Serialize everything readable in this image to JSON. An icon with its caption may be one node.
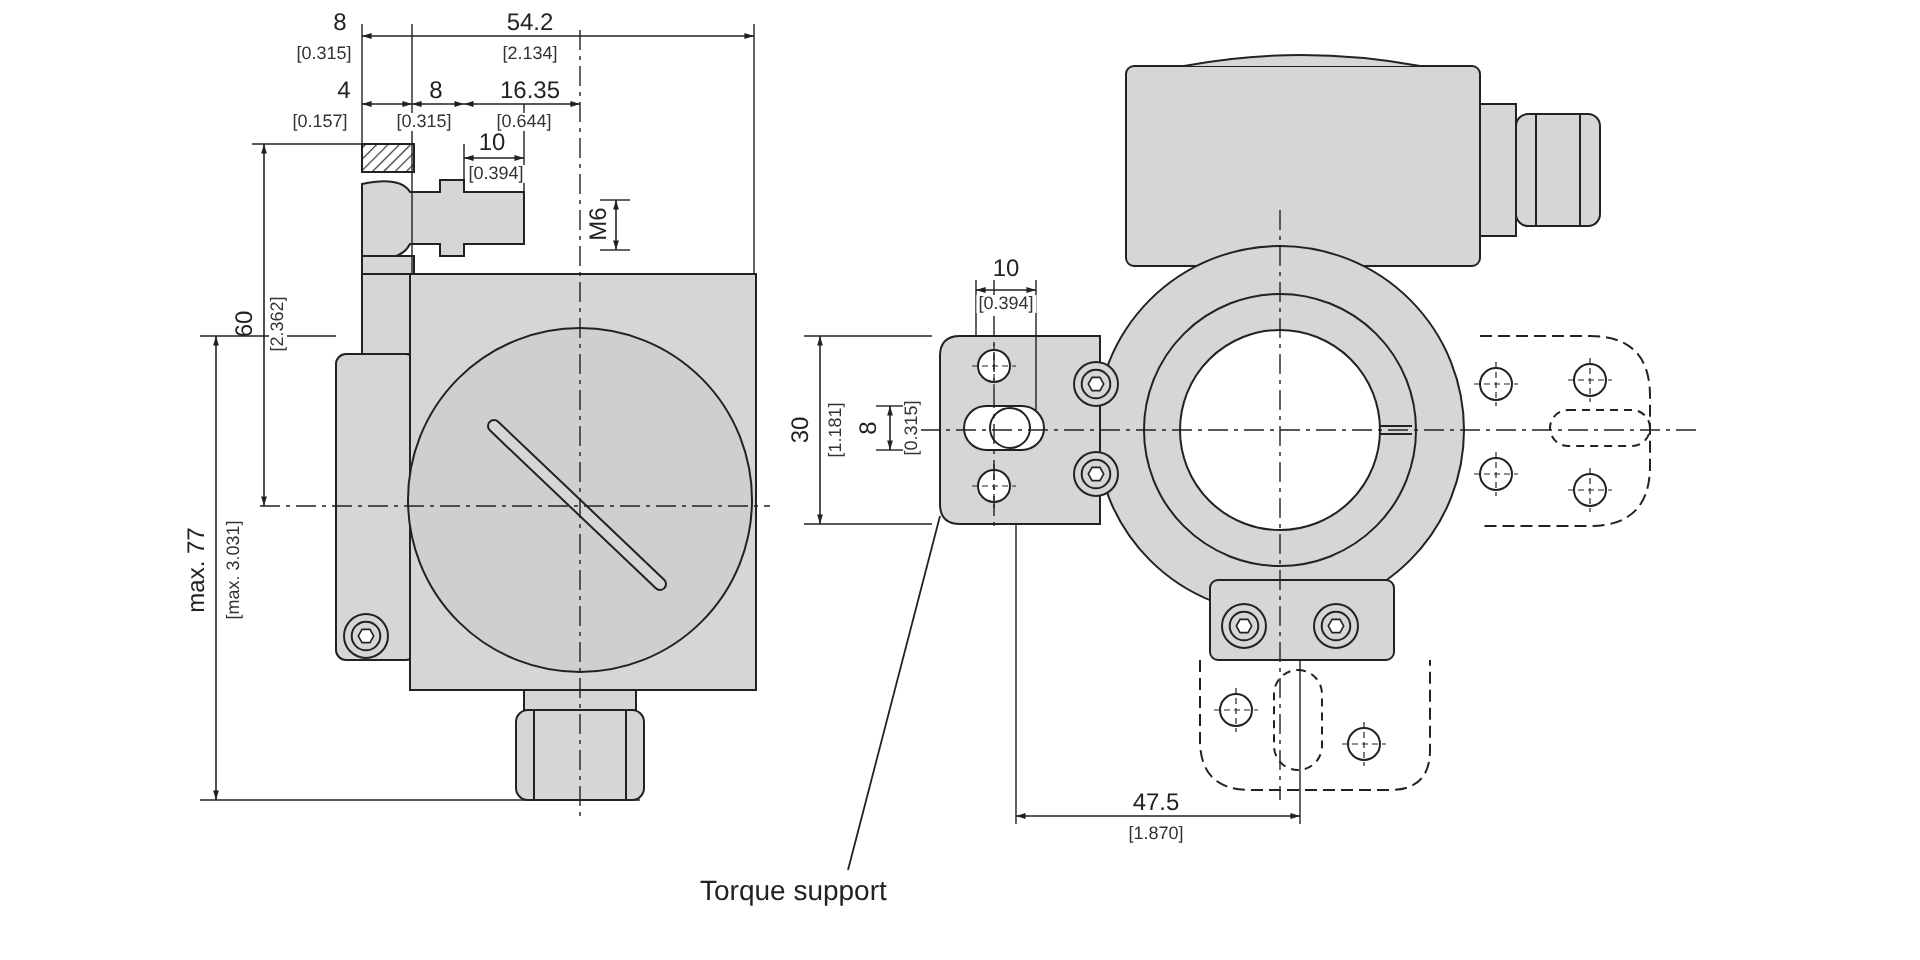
{
  "diagram": {
    "nodes": [
      {
        "text": [
          "Torque support"
        ]
      },
      {
        "text": [],
        "shape": "picture"
      }
    ],
    "edges": [
      {
        "from": 0,
        "to": 1,
        "arrow": "none"
      }
    ],
    "labels": [
      "8",
      "[0.315]",
      "54.2",
      "[2.134]",
      "4",
      "[0.157]",
      "8",
      "[0.315]",
      "16.35",
      "[0.644]",
      "10",
      "[0.394]",
      "M6",
      "60",
      "[2.362]",
      "max. 77",
      "[max. 3.031]",
      "10",
      "[0.394]",
      "30",
      "[1.181]",
      "8",
      "[0.315]",
      "47.5",
      "[1.870]"
    ]
  }
}
